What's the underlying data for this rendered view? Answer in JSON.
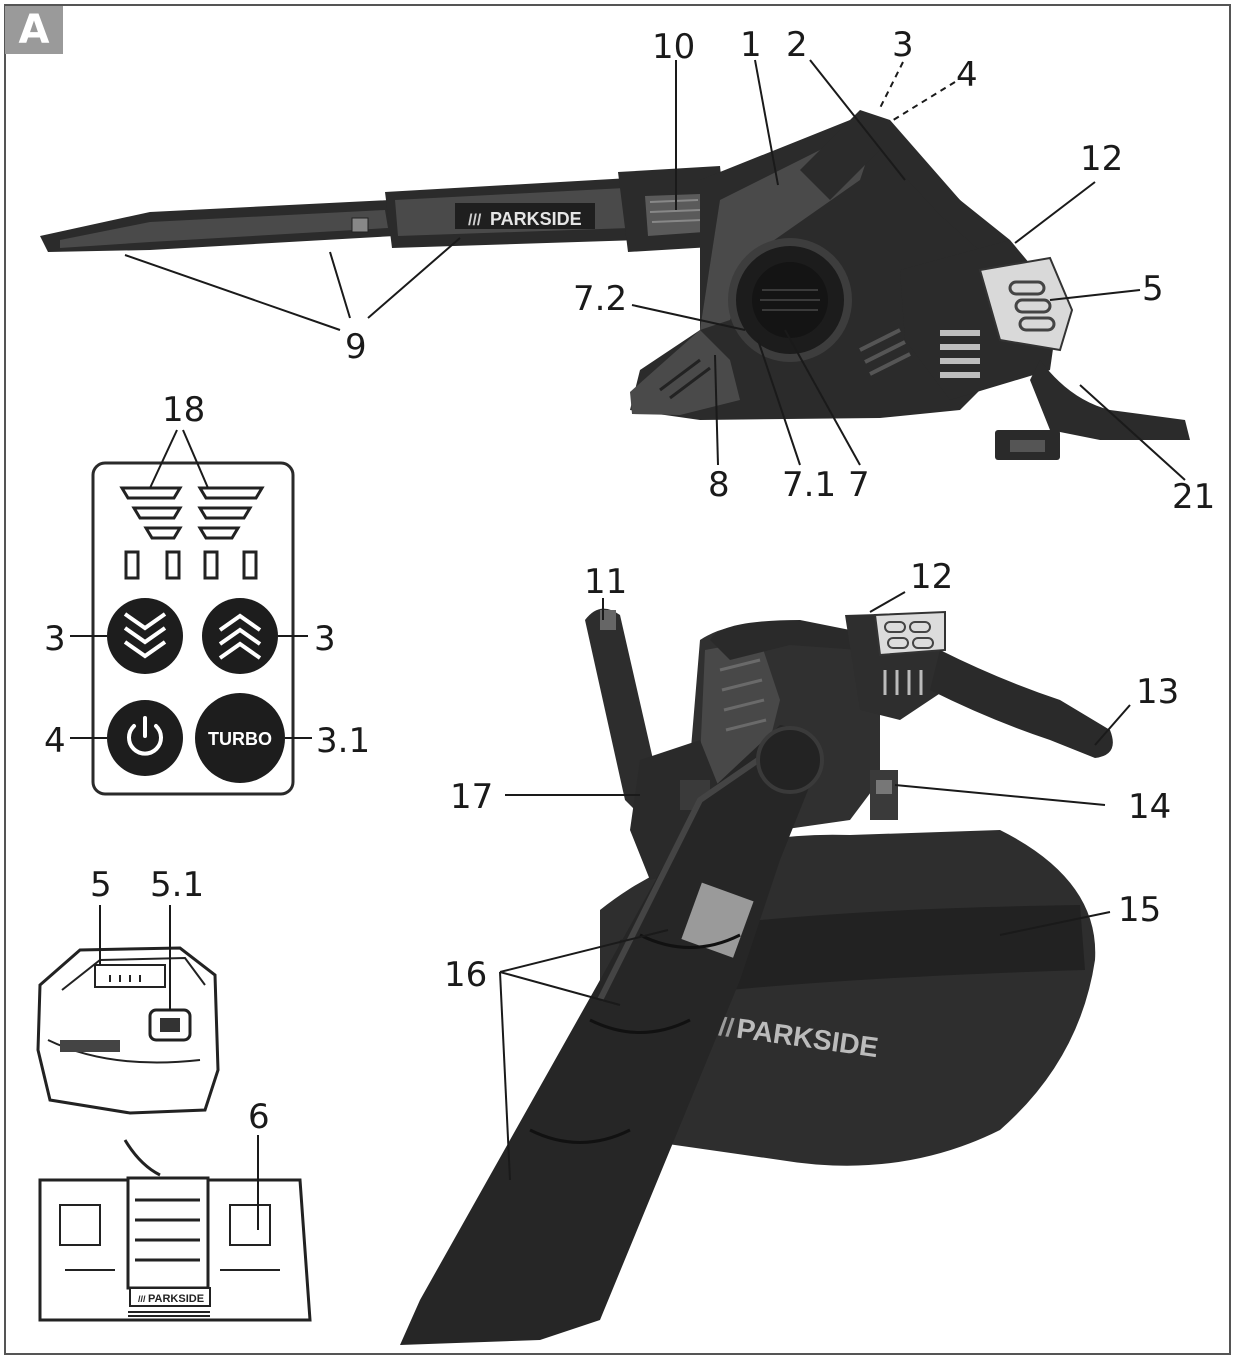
{
  "figure": {
    "section_label": "A",
    "brand": "PARKSIDE",
    "brand_mark": "///",
    "turbo_label": "TURBO"
  },
  "callouts": {
    "c1": "1",
    "c2": "2",
    "c3_top": "3",
    "c4_top": "4",
    "c5_blower": "5",
    "c7": "7",
    "c7_1": "7.1",
    "c7_2": "7.2",
    "c8": "8",
    "c9": "9",
    "c10": "10",
    "c12_top": "12",
    "c21": "21",
    "c18": "18",
    "c3_left": "3",
    "c3_right": "3",
    "c4_panel": "4",
    "c3_1": "3.1",
    "c5_battery": "5",
    "c5_1": "5.1",
    "c6": "6",
    "c11": "11",
    "c12_vac": "12",
    "c13": "13",
    "c14": "14",
    "c15": "15",
    "c16": "16",
    "c17": "17"
  },
  "icons": {
    "down": "chevrons-down-icon",
    "up": "chevrons-up-icon",
    "power": "power-icon"
  },
  "colors": {
    "frame": "#555555",
    "badge": "#9a9a9a",
    "device": "#2b2b2b",
    "ink": "#1a1a1a"
  }
}
